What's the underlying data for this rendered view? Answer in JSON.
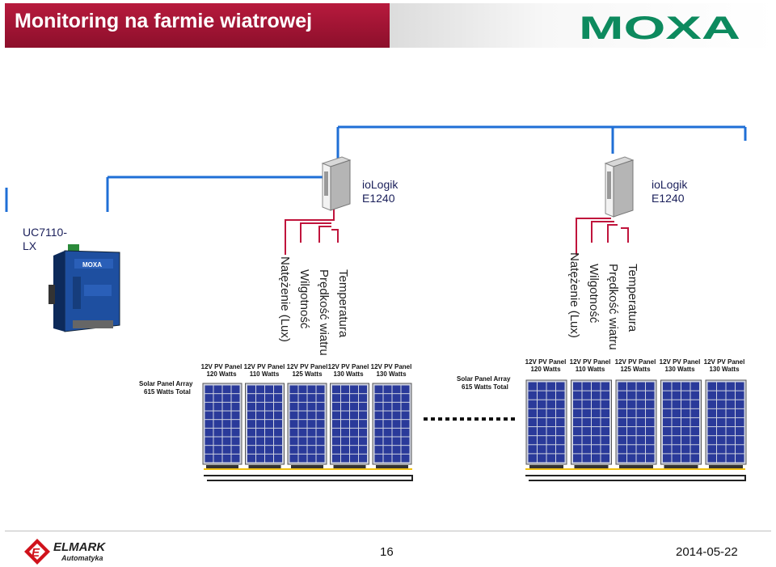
{
  "header": {
    "title": "Monitoring na farmie wiatrowej",
    "brand_logo": "MOXA"
  },
  "controller": {
    "name": "UC7110-LX",
    "device_plate_brand": "MOXA"
  },
  "io_devices": [
    {
      "name": "ioLogik E1240",
      "line1": "ioLogik",
      "line2": "E1240"
    },
    {
      "name": "ioLogik E1240",
      "line1": "ioLogik",
      "line2": "E1240"
    }
  ],
  "sensor_labels": [
    "Temperatura",
    "Prędkość wiatru",
    "Wilgotność",
    "Natężenie (Lux)"
  ],
  "solar_arrays": [
    {
      "title_line1": "Solar Panel Array",
      "title_line2": "615 Watts Total",
      "panels": [
        {
          "line1": "12V PV Panel",
          "line2": "120 Watts"
        },
        {
          "line1": "12V PV Panel",
          "line2": "110 Watts"
        },
        {
          "line1": "12V PV Panel",
          "line2": "125 Watts"
        },
        {
          "line1": "12V PV Panel",
          "line2": "130 Watts"
        },
        {
          "line1": "12V PV Panel",
          "line2": "130 Watts"
        }
      ]
    },
    {
      "title_line1": "Solar Panel Array",
      "title_line2": "615 Watts Total",
      "panels": [
        {
          "line1": "12V PV Panel",
          "line2": "120 Watts"
        },
        {
          "line1": "12V PV Panel",
          "line2": "110 Watts"
        },
        {
          "line1": "12V PV Panel",
          "line2": "125 Watts"
        },
        {
          "line1": "12V PV Panel",
          "line2": "130 Watts"
        },
        {
          "line1": "12V PV Panel",
          "line2": "130 Watts"
        }
      ]
    }
  ],
  "footer": {
    "company": "ELMARK",
    "company_sub": "Automatyka",
    "page_number": "16",
    "date": "2014-05-22"
  },
  "colors": {
    "title_bg": "#a8153a",
    "network_line": "#1f6fd6",
    "moxa_green": "#0d8a5e",
    "panel_blue": "#2a3a9a",
    "wire_yellow": "#f0c010",
    "elmark_red": "#d0121b"
  }
}
